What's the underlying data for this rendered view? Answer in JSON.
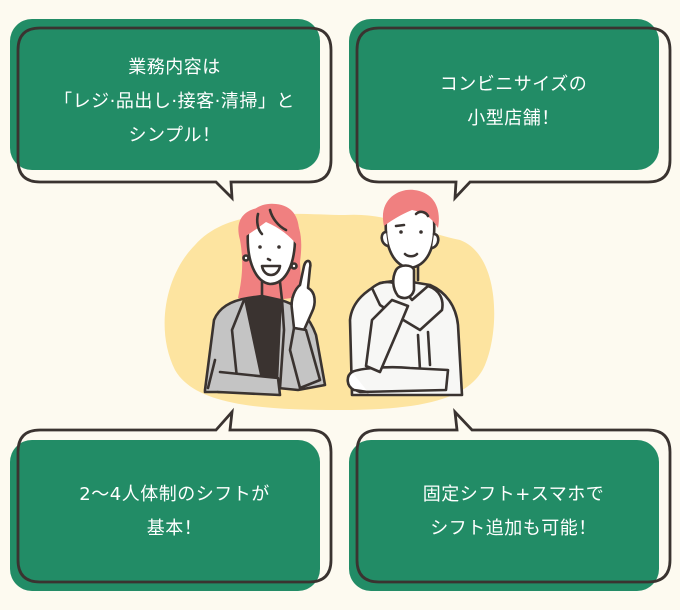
{
  "colors": {
    "background": "#fdfaf0",
    "bubble_fill": "#228c66",
    "bubble_outline": "#3a3330",
    "bubble_text": "#ffffff",
    "blob": "#fde4a0",
    "hair": "#f08080",
    "jacket_gray": "#c4c4c4",
    "inner_dark": "#3a3330",
    "hoodie": "#f7f7f5"
  },
  "bubbles": [
    {
      "id": "top-left",
      "lines": [
        "業務内容は",
        "「レジ·品出し·接客·清掃」と",
        "シンプル！"
      ]
    },
    {
      "id": "top-right",
      "lines": [
        "コンビニサイズの",
        "小型店舗！"
      ]
    },
    {
      "id": "bottom-left",
      "lines": [
        "2〜4人体制のシフトが",
        "基本！"
      ]
    },
    {
      "id": "bottom-right",
      "lines": [
        "固定シフト+スマホで",
        "シフト追加も可能！"
      ]
    }
  ],
  "illustration": {
    "left_person": "woman-pointing-up",
    "right_person": "man-thinking-hand-on-chin"
  }
}
